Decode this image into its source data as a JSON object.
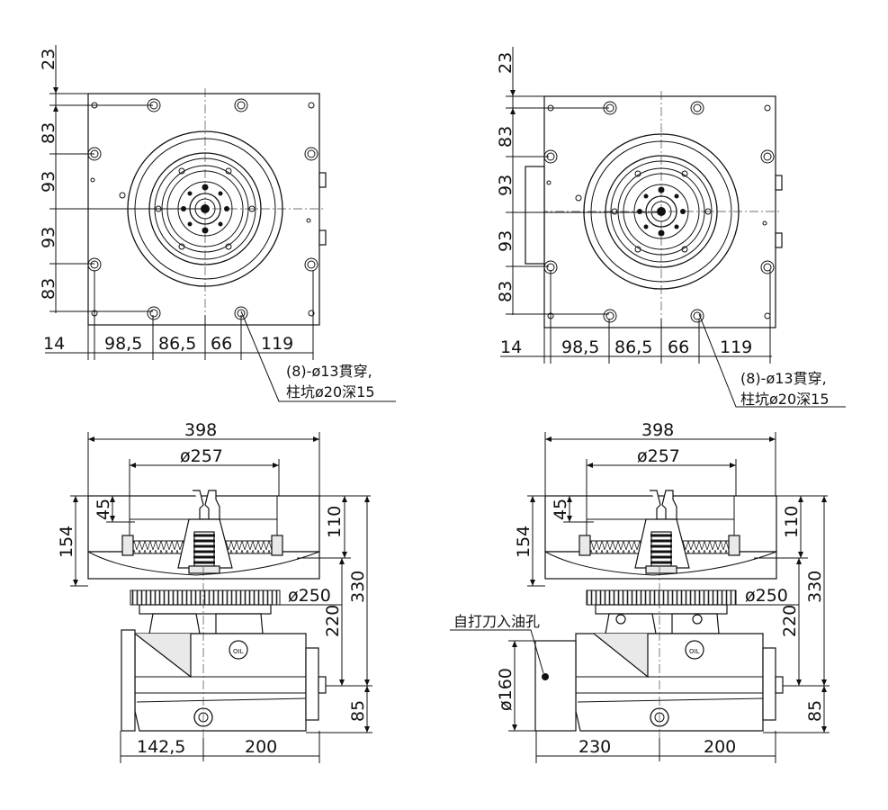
{
  "top_views": {
    "vertical_dims": [
      "23",
      "83",
      "93",
      "93",
      "83"
    ],
    "horizontal_dims": [
      "14",
      "98,5",
      "86,5",
      "66",
      "119"
    ],
    "hole_note_line1": "(8)-ø13貫穿,",
    "hole_note_line2": "柱坑ø20深15"
  },
  "left_side_view": {
    "width_dim": "398",
    "table_dia": "ø257",
    "dim_45": "45",
    "dim_154": "154",
    "dim_110": "110",
    "dim_330": "330",
    "dim_220": "220",
    "dim_85": "85",
    "gear_dia": "ø250",
    "bottom_left": "142,5",
    "bottom_right": "200",
    "oil_label": "OIL"
  },
  "right_side_view": {
    "width_dim": "398",
    "table_dia": "ø257",
    "dim_45": "45",
    "dim_154": "154",
    "dim_110": "110",
    "dim_330": "330",
    "dim_220": "220",
    "dim_85": "85",
    "gear_dia": "ø250",
    "motor_dia": "ø160",
    "oil_hole_label": "自打刀入油孔",
    "bottom_left": "230",
    "bottom_right": "200",
    "oil_label": "OIL"
  }
}
